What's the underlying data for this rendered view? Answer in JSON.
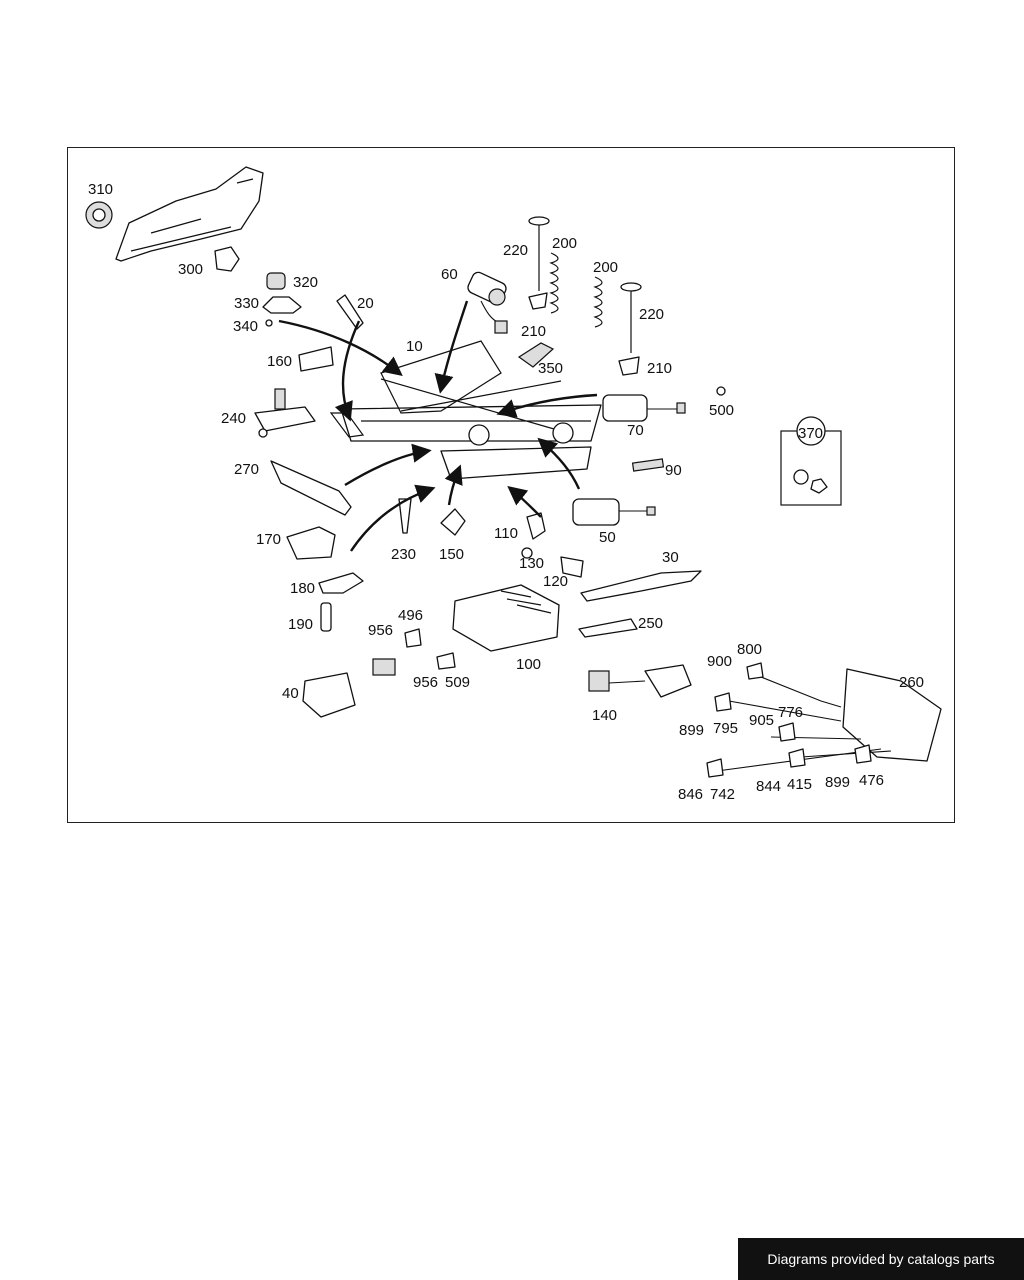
{
  "footer": {
    "credit": "Diagrams provided by catalogs parts"
  },
  "colors": {
    "stroke": "#111111",
    "background": "#ffffff",
    "banner": "#111111"
  },
  "callouts": {
    "c310": "310",
    "c300": "300",
    "c320": "320",
    "c330": "330",
    "c340": "340",
    "c20": "20",
    "c60": "60",
    "c220a": "220",
    "c200a": "200",
    "c210a": "210",
    "c200b": "200",
    "c220b": "220",
    "c210b": "210",
    "c10": "10",
    "c350": "350",
    "c160": "160",
    "c240": "240",
    "c270": "270",
    "c170": "170",
    "c180": "180",
    "c190": "190",
    "c230": "230",
    "c150": "150",
    "c110": "110",
    "c130": "130",
    "c120": "120",
    "c70": "70",
    "c500": "500",
    "c370": "370",
    "c90": "90",
    "c50": "50",
    "c30": "30",
    "c250": "250",
    "c956a": "956",
    "c496": "496",
    "c100": "100",
    "c956b": "956",
    "c509": "509",
    "c40": "40",
    "c140": "140",
    "c900": "900",
    "c800": "800",
    "c260": "260",
    "c899a": "899",
    "c795": "795",
    "c905": "905",
    "c776": "776",
    "c846": "846",
    "c742": "742",
    "c844": "844",
    "c415": "415",
    "c899b": "899",
    "c476": "476"
  }
}
